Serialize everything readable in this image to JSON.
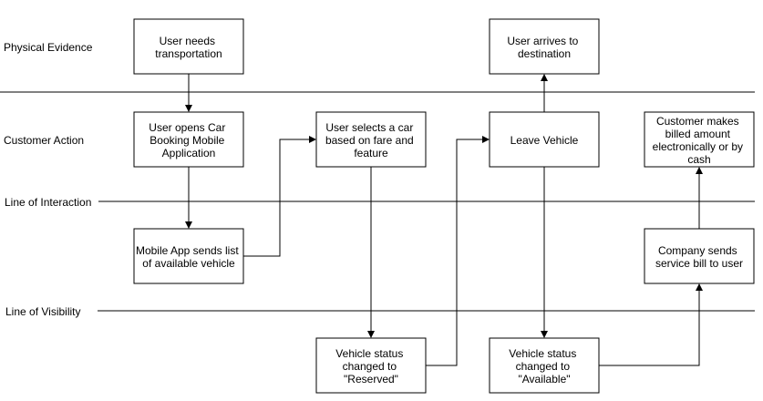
{
  "lanes": {
    "physical_evidence": "Physical Evidence",
    "customer_action": "Customer Action",
    "line_of_interaction": "Line of Interaction",
    "line_of_visibility": "Line of Visibility"
  },
  "nodes": {
    "user_needs_transportation": [
      "User needs",
      "transportation"
    ],
    "user_arrives": [
      "User arrives to",
      "destination"
    ],
    "user_opens_app": [
      "User opens Car",
      "Booking Mobile",
      "Application"
    ],
    "user_selects_car": [
      "User selects a car",
      "based on fare and",
      "feature"
    ],
    "leave_vehicle": [
      "Leave Vehicle"
    ],
    "customer_pays": [
      "Customer makes",
      "billed amount",
      "electronically or by",
      "cash"
    ],
    "app_sends_list": [
      "Mobile App sends list",
      "of available vehicle"
    ],
    "company_sends_bill": [
      "Company sends",
      "service bill to user"
    ],
    "status_reserved": [
      "Vehicle status",
      "changed to",
      "\"Reserved\""
    ],
    "status_available": [
      "Vehicle status",
      "changed to",
      "\"Available\""
    ]
  },
  "colors": {
    "stroke": "#000000",
    "fill": "#ffffff",
    "text": "#000000"
  }
}
